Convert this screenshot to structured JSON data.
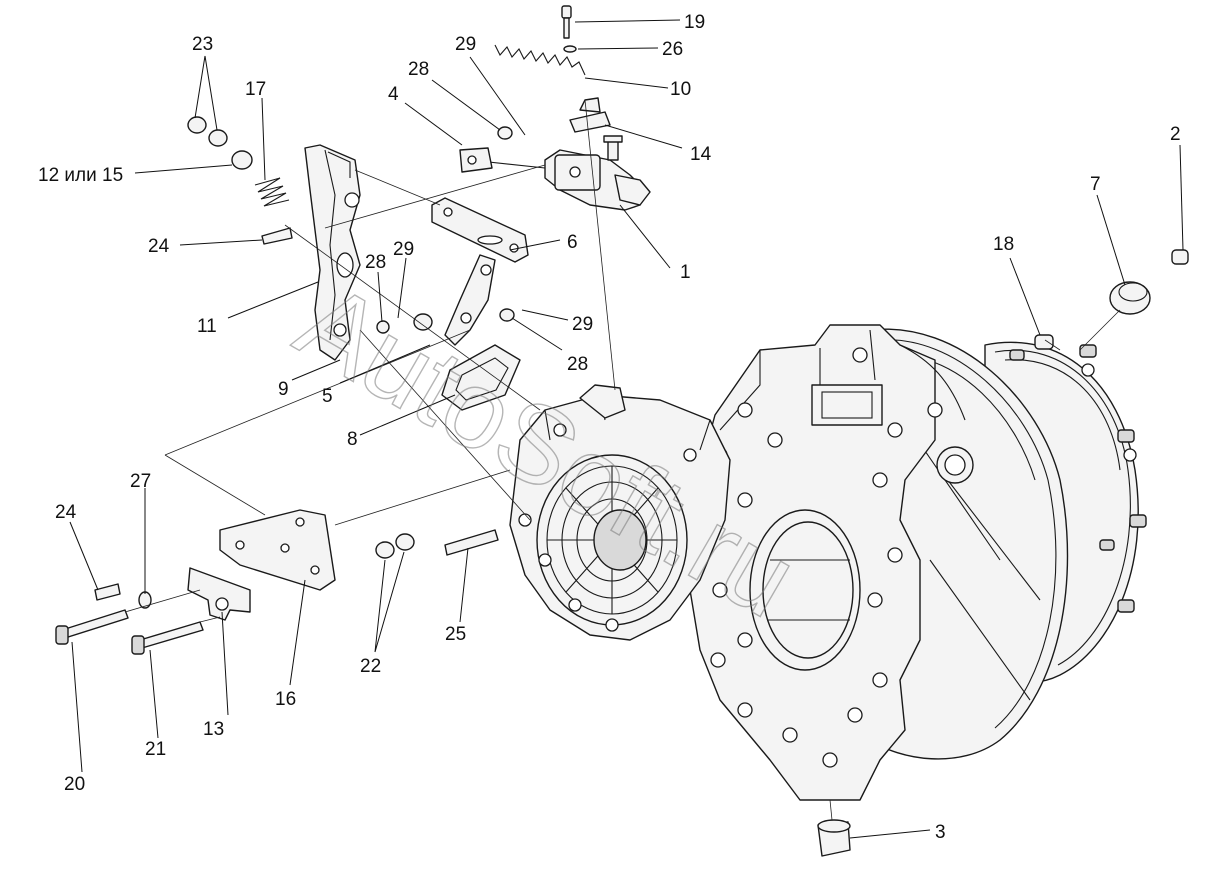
{
  "watermark": "AutoSoft.ru",
  "callouts": [
    {
      "id": "c1",
      "text": "1"
    },
    {
      "id": "c2",
      "text": "2"
    },
    {
      "id": "c3",
      "text": "3"
    },
    {
      "id": "c4",
      "text": "4"
    },
    {
      "id": "c5",
      "text": "5"
    },
    {
      "id": "c6",
      "text": "6"
    },
    {
      "id": "c7",
      "text": "7"
    },
    {
      "id": "c8",
      "text": "8"
    },
    {
      "id": "c9",
      "text": "9"
    },
    {
      "id": "c10",
      "text": "10"
    },
    {
      "id": "c11",
      "text": "11"
    },
    {
      "id": "c12",
      "text": "12 или 15"
    },
    {
      "id": "c13",
      "text": "13"
    },
    {
      "id": "c14",
      "text": "14"
    },
    {
      "id": "c16",
      "text": "16"
    },
    {
      "id": "c17",
      "text": "17"
    },
    {
      "id": "c18",
      "text": "18"
    },
    {
      "id": "c19",
      "text": "19"
    },
    {
      "id": "c20",
      "text": "20"
    },
    {
      "id": "c21",
      "text": "21"
    },
    {
      "id": "c22",
      "text": "22"
    },
    {
      "id": "c23",
      "text": "23"
    },
    {
      "id": "c24a",
      "text": "24"
    },
    {
      "id": "c24b",
      "text": "24"
    },
    {
      "id": "c25",
      "text": "25"
    },
    {
      "id": "c26",
      "text": "26"
    },
    {
      "id": "c27",
      "text": "27"
    },
    {
      "id": "c28a",
      "text": "28"
    },
    {
      "id": "c28b",
      "text": "28"
    },
    {
      "id": "c28c",
      "text": "28"
    },
    {
      "id": "c29a",
      "text": "29"
    },
    {
      "id": "c29b",
      "text": "29"
    },
    {
      "id": "c29c",
      "text": "29"
    }
  ]
}
